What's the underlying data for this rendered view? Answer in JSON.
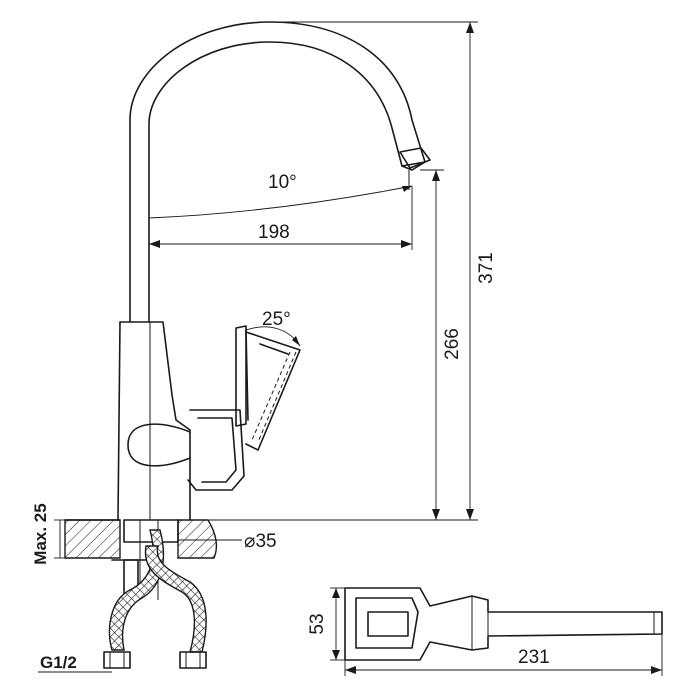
{
  "dimensions": {
    "spout_angle": "10°",
    "spout_reach": "198",
    "handle_angle": "25°",
    "total_height": "371",
    "spout_height": "266",
    "max_deck_thickness": "Max. 25",
    "mount_hole_diameter": "⌀35",
    "thread_size": "G1/2",
    "handle_width": "53",
    "handle_length": "231"
  }
}
